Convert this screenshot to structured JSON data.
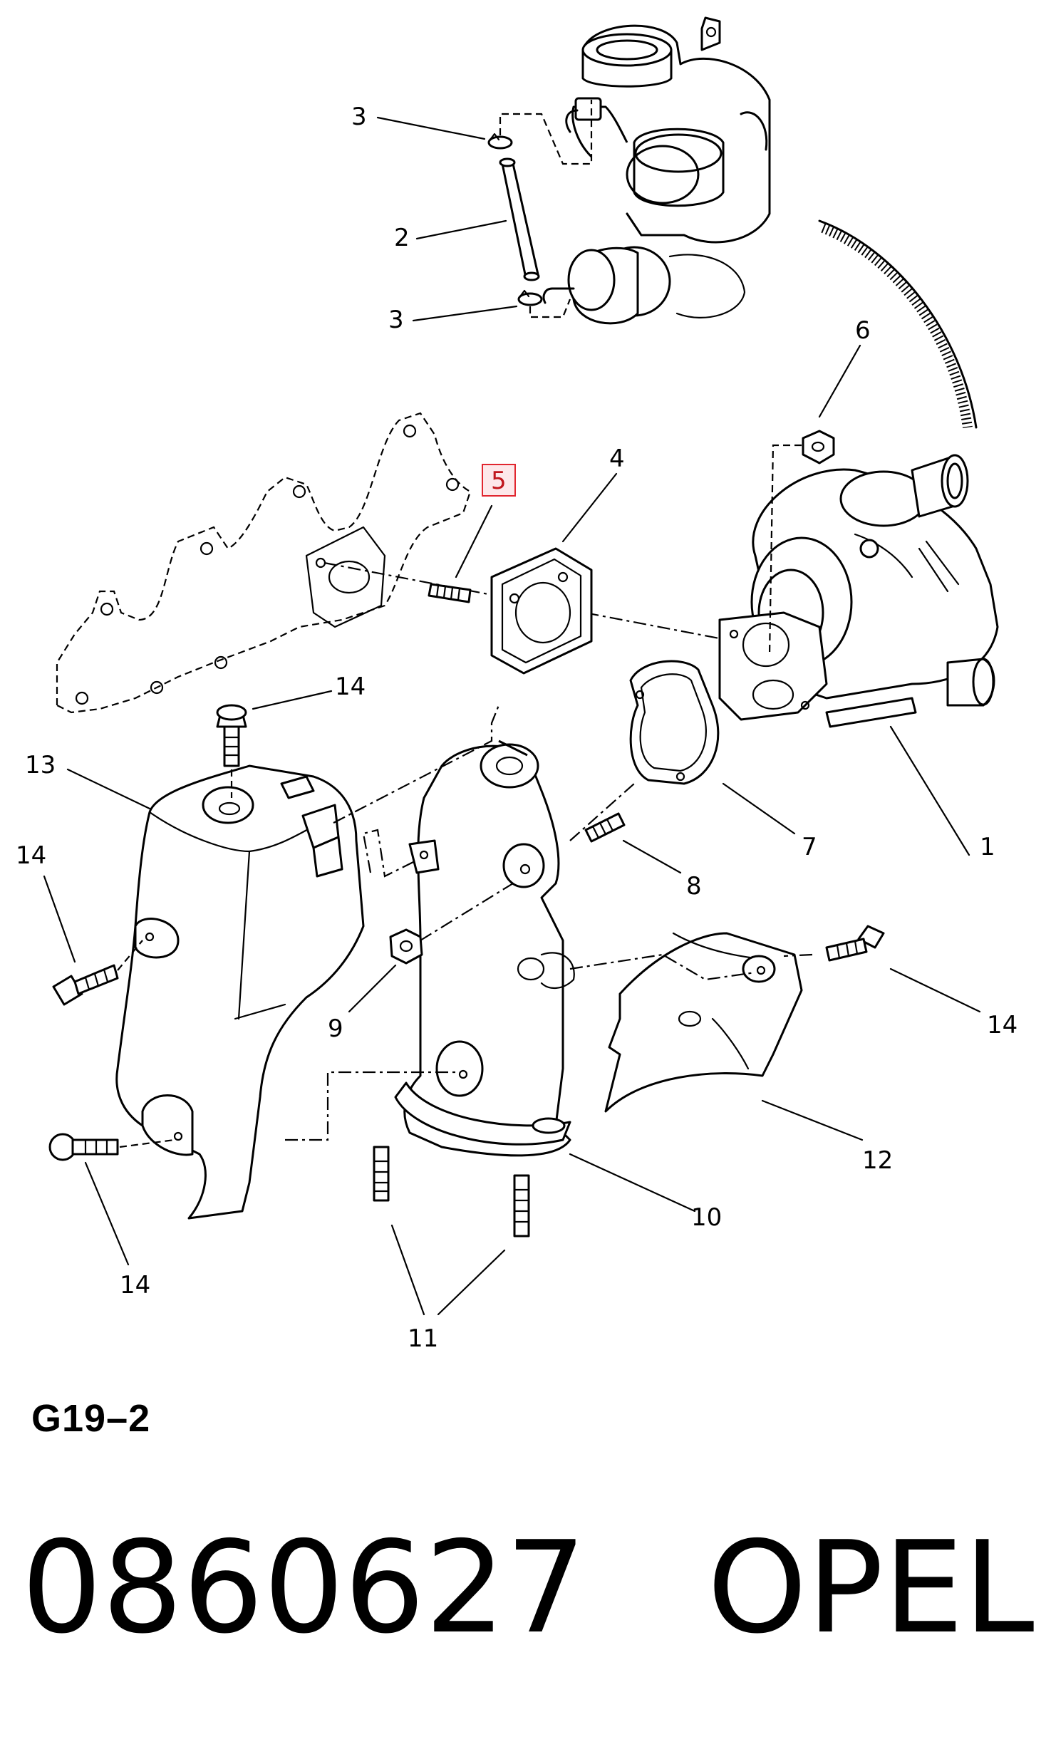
{
  "diagram": {
    "callouts": [
      {
        "id": "c1",
        "label": "1"
      },
      {
        "id": "c2",
        "label": "2"
      },
      {
        "id": "c3a",
        "label": "3"
      },
      {
        "id": "c3b",
        "label": "3"
      },
      {
        "id": "c4",
        "label": "4"
      },
      {
        "id": "c5",
        "label": "5",
        "highlighted": true
      },
      {
        "id": "c6",
        "label": "6"
      },
      {
        "id": "c7",
        "label": "7"
      },
      {
        "id": "c8",
        "label": "8"
      },
      {
        "id": "c9",
        "label": "9"
      },
      {
        "id": "c10",
        "label": "10"
      },
      {
        "id": "c11",
        "label": "11"
      },
      {
        "id": "c12",
        "label": "12"
      },
      {
        "id": "c13",
        "label": "13"
      },
      {
        "id": "c14a",
        "label": "14"
      },
      {
        "id": "c14b",
        "label": "14"
      },
      {
        "id": "c14c",
        "label": "14"
      },
      {
        "id": "c14d",
        "label": "14"
      }
    ],
    "highlight_color": "#e1262f"
  },
  "figure_code": "G19–2",
  "footer": {
    "part_number": "0860627",
    "brand": "OPEL"
  }
}
